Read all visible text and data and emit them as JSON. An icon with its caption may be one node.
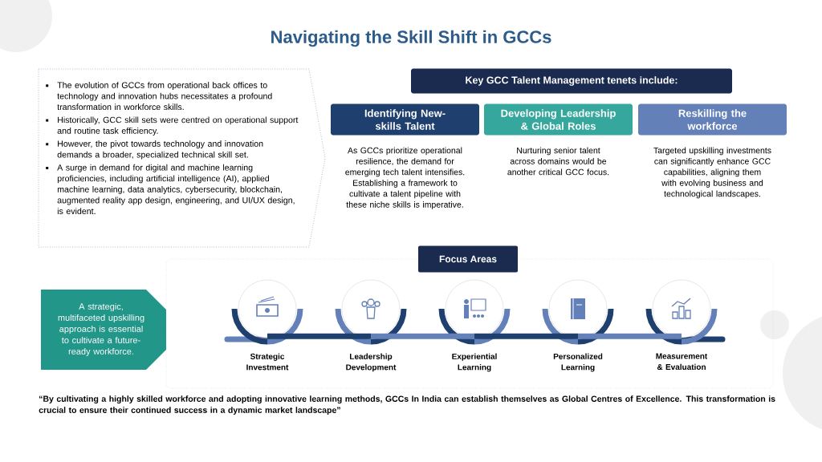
{
  "diagram": {
    "title": "Navigating the Skill Shift in GCCs",
    "nodes": [
      {
        "text": [
          "The evolution of GCCs from operational back offices to technology and innovation hubs necessitates a profound transformation in workforce skills.",
          "Historically, GCC skill sets were centred on operational support and routine task efficiency.",
          "However, the pivot towards technology and innovation demands a broader, specialized technical skill set.",
          "A surge in demand for digital and machine learning proficiencies, including artificial intelligence (AI), applied machine learning, data analytics, cybersecurity, blockchain, augmented reality app design, engineering, and UI/UX design, is evident."
        ]
      },
      {
        "text": [
          "Key GCC Talent Management tenets include:"
        ]
      },
      {
        "text": [
          "Identifying New-skills Talent"
        ],
        "beside": [
          "As GCCs prioritize operational resilience, the demand for emerging tech talent intensifies. Establishing a framework to cultivate a talent pipeline with these niche skills is imperative."
        ]
      },
      {
        "text": [
          "Developing Leadership & Global Roles"
        ],
        "beside": [
          "Nurturing senior talent across domains would be another critical GCC focus."
        ]
      },
      {
        "text": [
          "Reskilling the workforce"
        ],
        "beside": [
          "Targeted upskilling investments can significantly enhance GCC capabilities, aligning them with evolving business and technological landscapes."
        ]
      },
      {
        "text": [
          "Focus Areas"
        ]
      },
      {
        "text": [
          "A strategic, multifaceted upskilling approach is essential to cultivate a future-ready workforce."
        ]
      },
      {
        "text": [],
        "shape": "circle",
        "beside": [
          "Strategic Investment"
        ]
      },
      {
        "text": [],
        "shape": "circle",
        "beside": [
          "Leadership Development"
        ]
      },
      {
        "text": [],
        "shape": "circle",
        "beside": [
          "Experiential Learning"
        ]
      },
      {
        "text": [],
        "shape": "circle",
        "beside": [
          "Personalized Learning"
        ]
      },
      {
        "text": [],
        "shape": "circle",
        "beside": [
          "Measurement & Evaluation"
        ]
      }
    ],
    "edges": [
      {
        "from": 7,
        "to": 8,
        "arrow": "none",
        "color": "#1f3f6e"
      },
      {
        "from": 8,
        "to": 9,
        "arrow": "none"
      },
      {
        "from": 9,
        "to": 10,
        "arrow": "none",
        "color": "#1f3f6e"
      },
      {
        "from": 10,
        "to": 11,
        "arrow": "none"
      }
    ],
    "caption": "“By cultivating a highly skilled workforce and adopting innovative learning methods, GCCs In India can establish themselves as Global Centres of Excellence. This transformation is crucial to ensure their continued success in a dynamic market landscape”"
  }
}
